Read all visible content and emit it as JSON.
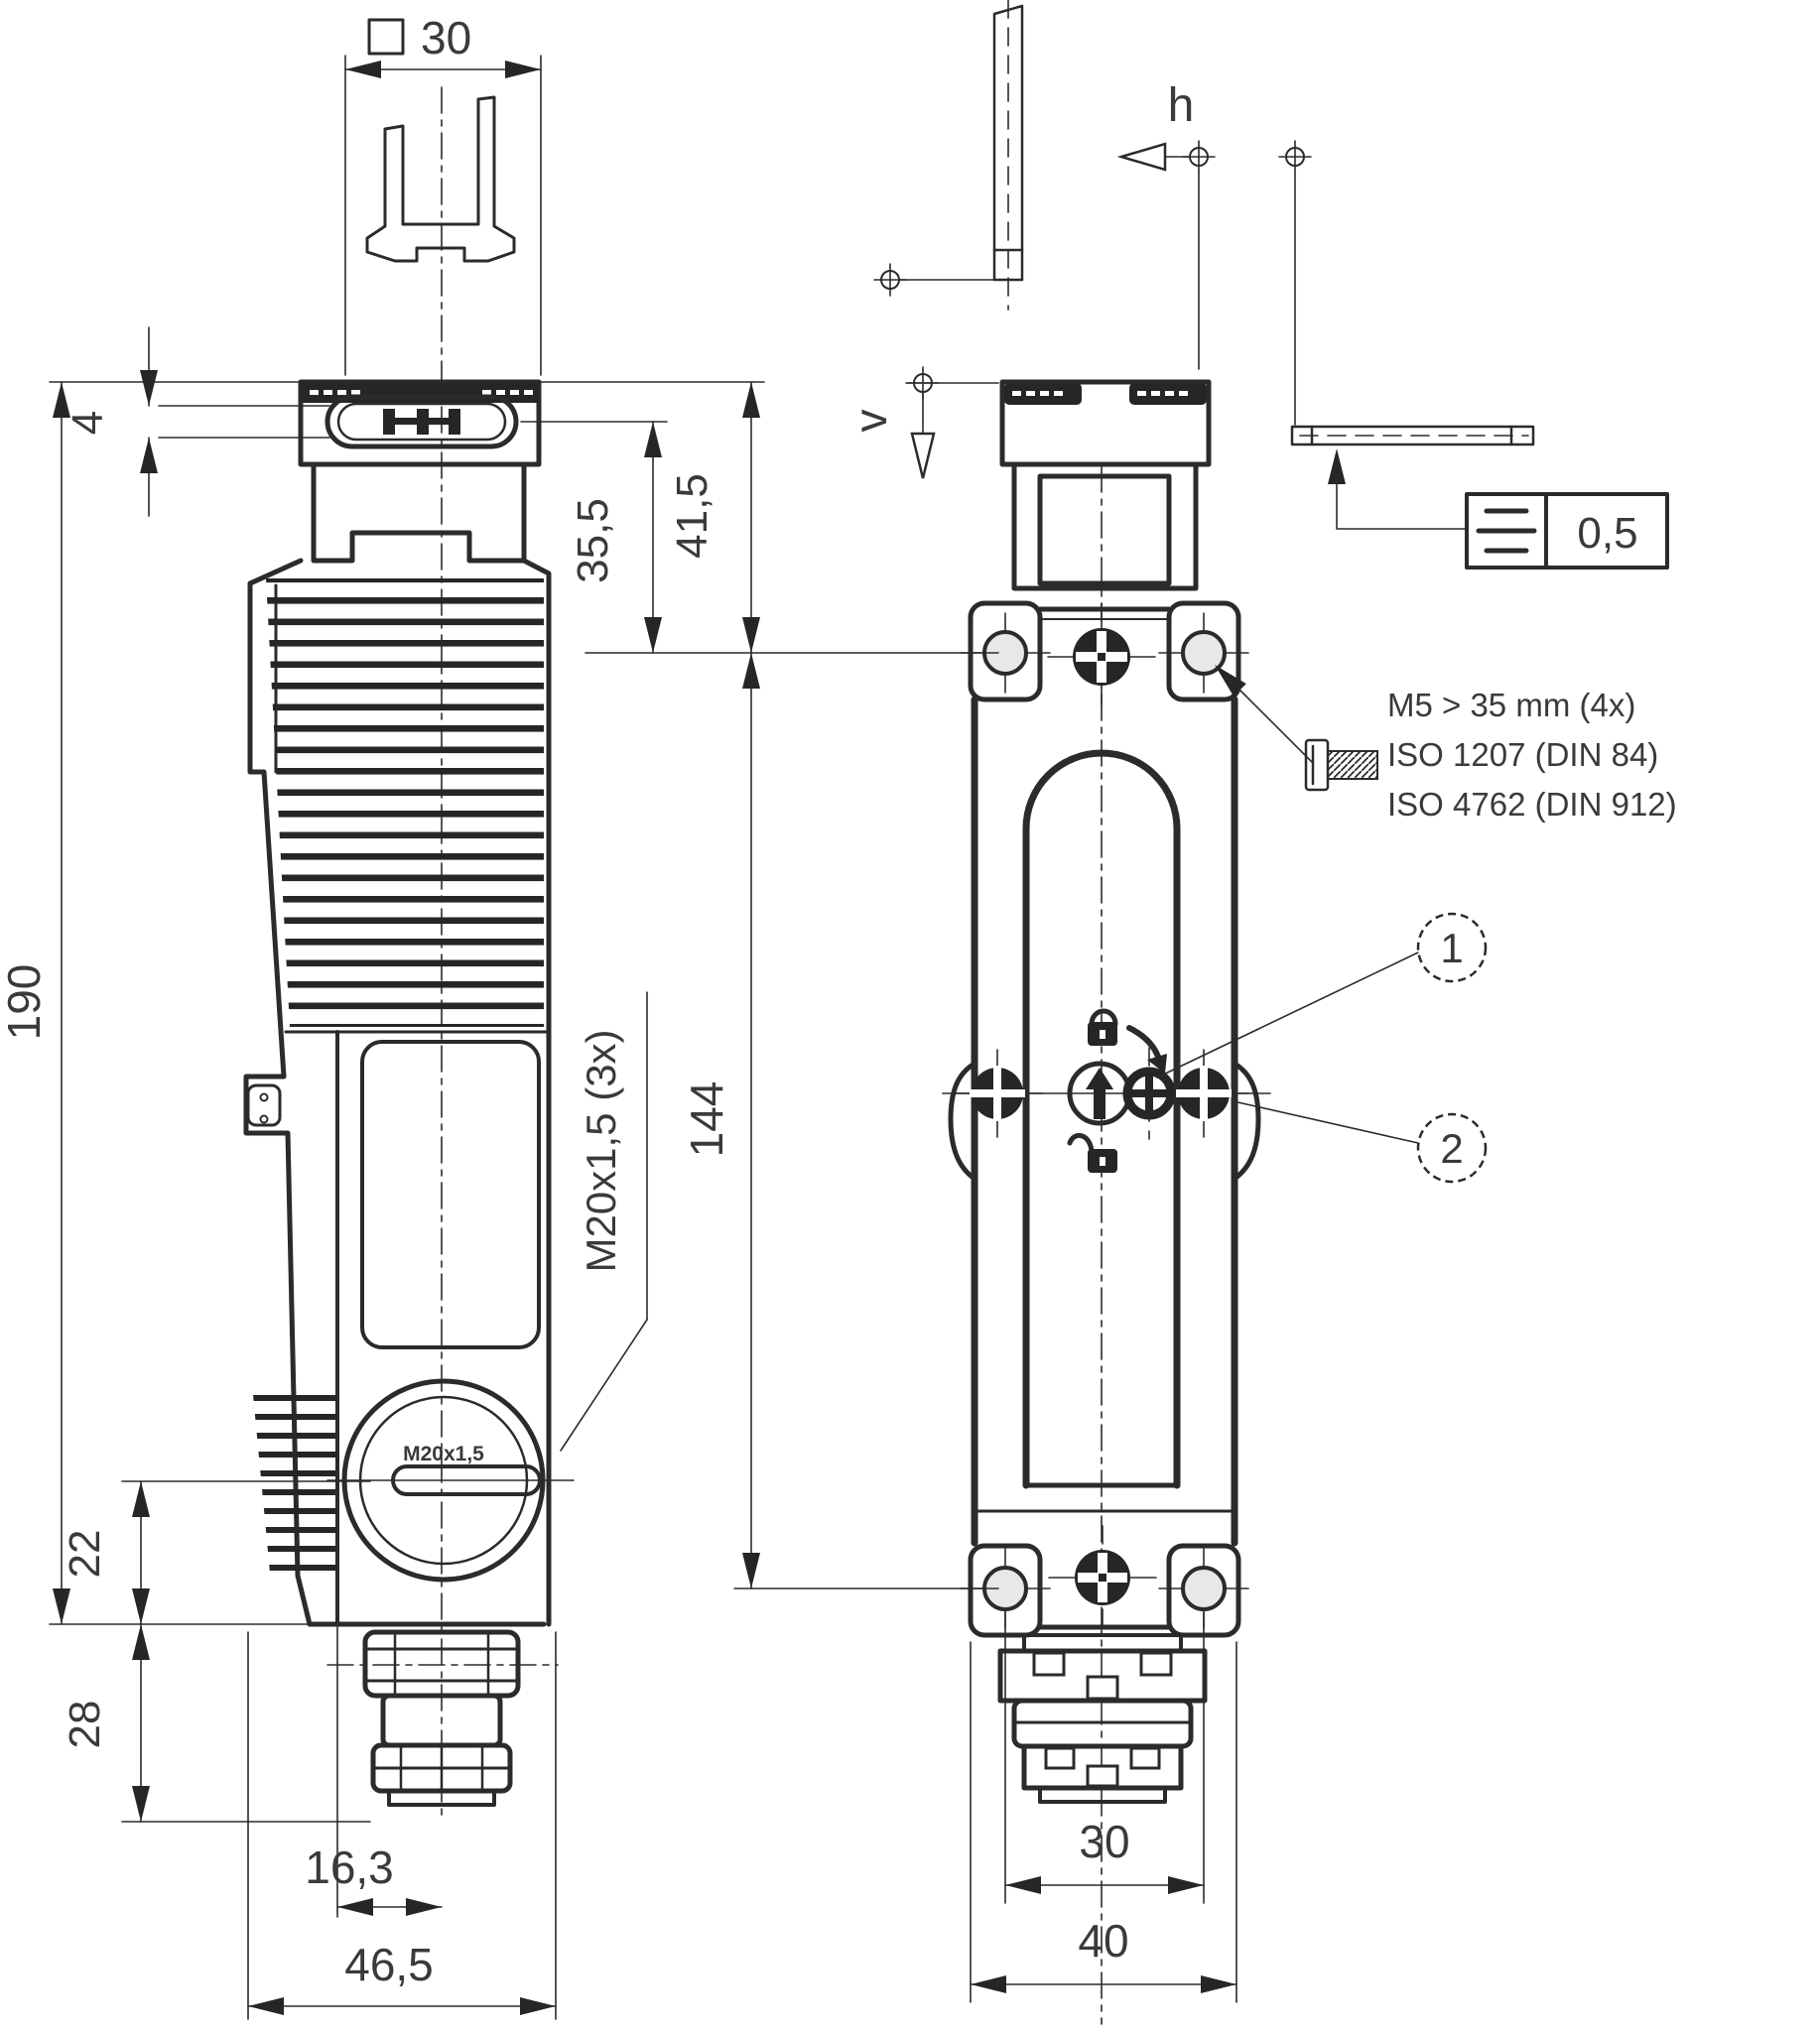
{
  "dims": {
    "actuator_square": "30",
    "slot_height": "4",
    "slot_center_to_holes": "35,5",
    "head_top_to_holes": "41,5",
    "body_length": "190",
    "gland_thread": "M20x1,5 (3x)",
    "hole_spacing_vertical": "144",
    "gland_axis_to_bottom": "22",
    "bottom_to_connector": "28",
    "step_to_axis": "16,3",
    "body_depth": "46,5",
    "hole_spacing_horizontal": "30",
    "body_width": "40"
  },
  "labels": {
    "approach_horizontal": "h",
    "approach_vertical": "v",
    "symmetry_tolerance": "0,5",
    "callout_1": "1",
    "callout_2": "2",
    "gland_embossed": "M20x1,5"
  },
  "screw_note": {
    "line1": "M5 > 35 mm (4x)",
    "line2": "ISO 1207 (DIN 84)",
    "line3": "ISO 4762 (DIN 912)"
  }
}
